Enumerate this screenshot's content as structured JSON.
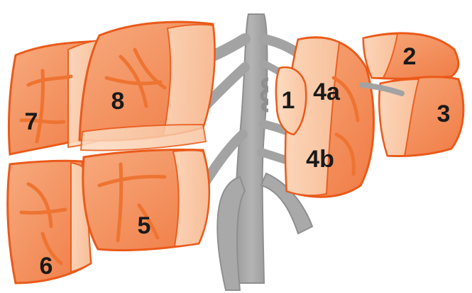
{
  "colors": {
    "segment_fill": "#f59a6b",
    "segment_fill_dark": "#f07c45",
    "segment_light_face": "#fbd2b4",
    "segment_outline": "#ea5a1a",
    "vessel_gray": "#a7a7a7",
    "vessel_dark": "#8f8f8f",
    "inner_vein_orange": "#ee7432",
    "label_color": "#1a1a1a",
    "background": "#ffffff"
  },
  "segments": [
    {
      "id": "seg-1",
      "label": "1"
    },
    {
      "id": "seg-2",
      "label": "2"
    },
    {
      "id": "seg-3",
      "label": "3"
    },
    {
      "id": "seg-4a",
      "label": "4a"
    },
    {
      "id": "seg-4b",
      "label": "4b"
    },
    {
      "id": "seg-5",
      "label": "5"
    },
    {
      "id": "seg-6",
      "label": "6"
    },
    {
      "id": "seg-7",
      "label": "7"
    },
    {
      "id": "seg-8",
      "label": "8"
    }
  ]
}
